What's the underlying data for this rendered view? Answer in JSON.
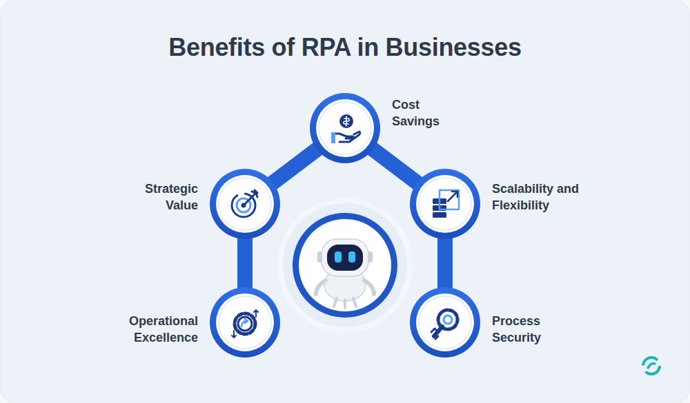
{
  "diagram": {
    "title": "Benefits of RPA in Businesses",
    "nodes": [
      {
        "text": [
          "Cost Savings"
        ]
      },
      {
        "text": [
          "Strategic Value"
        ]
      },
      {
        "text": [
          "Scalability and Flexibility"
        ]
      },
      {
        "text": [
          "Operational Excellence"
        ]
      },
      {
        "text": [
          "Process Security"
        ]
      }
    ],
    "edges": [
      {
        "from": 0,
        "to": 1,
        "arrow": "none"
      },
      {
        "from": 0,
        "to": 2,
        "arrow": "none"
      },
      {
        "from": 1,
        "to": 3,
        "arrow": "none"
      },
      {
        "from": 2,
        "to": 4,
        "arrow": "none"
      }
    ]
  }
}
